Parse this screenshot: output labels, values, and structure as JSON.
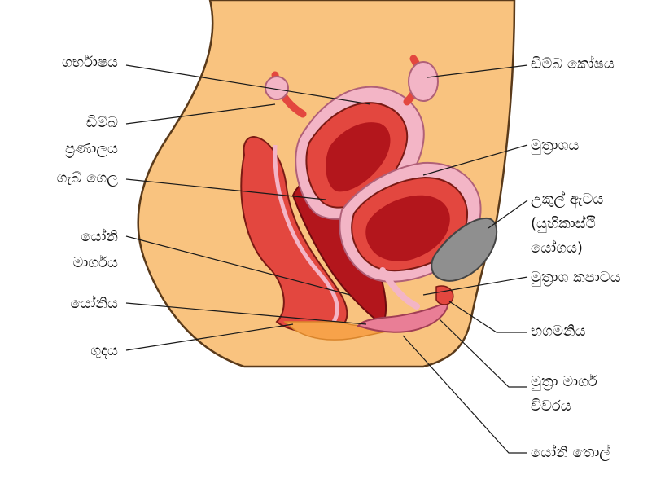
{
  "colors": {
    "skin": "#f9c37f",
    "skin_outline": "#5a3a1a",
    "muscle_red": "#e3473f",
    "dark_red": "#b3161c",
    "pink": "#f3b5c6",
    "deep_pink": "#e97e96",
    "orange": "#f7a24a",
    "bone_gray": "#8f8f8f",
    "line": "#1a1a1a"
  },
  "labels": {
    "uterus": "ගර්භාෂය",
    "fallopian_tube_1": "ඩිම්බ",
    "fallopian_tube_2": "ප්‍රණාලය",
    "cervix": "ගැබ් ගෙල",
    "vaginal_canal_1": "යෝනි",
    "vaginal_canal_2": "මාර්ගය",
    "vagina": "යෝනිය",
    "anus": "ගුදය",
    "ovary": "ඩිම්බ කෝෂය",
    "bladder": "මුත්‍රාශය",
    "pubic_bone_1": "උකුල් ඇටය",
    "pubic_bone_2": "(යුහිකාස්ථි",
    "pubic_bone_3": "යෝගය)",
    "urethral_valve": "මුත්‍රාශ කපාටය",
    "clitoris": "භගමනිය",
    "urethral_opening_1": "මුත්‍රා මාර්ග",
    "urethral_opening_2": "විවරය",
    "vaginal_lips": "යෝනි තොල්"
  }
}
